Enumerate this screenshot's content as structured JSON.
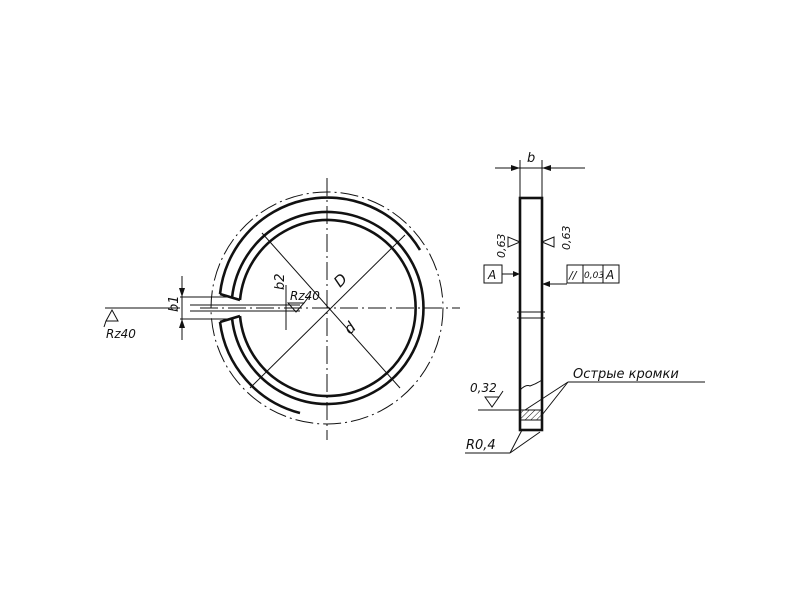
{
  "drawing": {
    "front_view": {
      "dim_b1": "b1",
      "dim_b2": "b2",
      "dim_D": "D",
      "dim_d": "d",
      "roughness_slot": "Rz40",
      "roughness_general": "Rz40"
    },
    "side_view": {
      "dim_b": "b",
      "roughness_left": "0,63",
      "roughness_right": "0,63",
      "datum_label": "A",
      "tolerance_symbol": "//",
      "tolerance_value": "0,03",
      "tolerance_datum": "A",
      "roughness_bottom": "0,32",
      "note_sharp_edges": "Острые кромки",
      "radius_label": "R0,4"
    }
  }
}
